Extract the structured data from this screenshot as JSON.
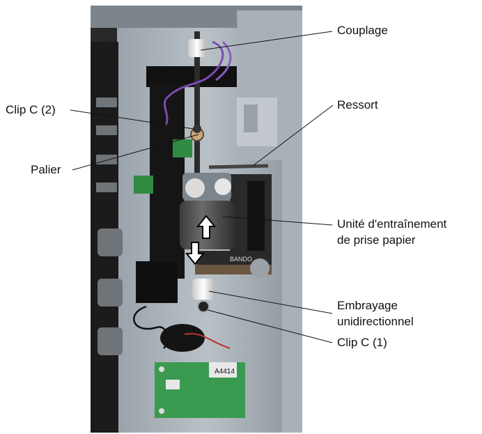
{
  "labels": {
    "couplage": "Couplage",
    "clip_c2": "Clip C (2)",
    "ressort": "Ressort",
    "palier": "Palier",
    "unite_line1": "Unité d'entraînement",
    "unite_line2": "de prise papier",
    "embrayage_line1": "Embrayage",
    "embrayage_line2": "unidirectionnel",
    "clip_c1": "Clip C (1)"
  },
  "board_text": "A4414",
  "belt_text": "BANDO"
}
